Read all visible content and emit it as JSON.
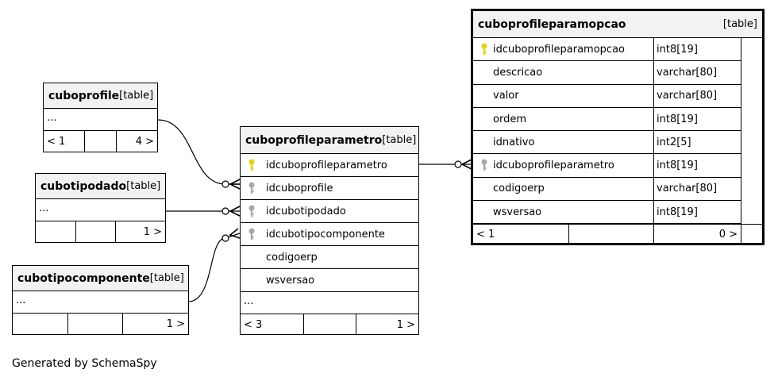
{
  "tables": {
    "cuboprofile": {
      "name": "cuboprofile",
      "kind": "[table]",
      "ellipsis": "...",
      "foot": {
        "left": "< 1",
        "right": "4 >"
      }
    },
    "cubotipodado": {
      "name": "cubotipodado",
      "kind": "[table]",
      "ellipsis": "...",
      "foot": {
        "right": "1 >"
      }
    },
    "cubotipocomponente": {
      "name": "cubotipocomponente",
      "kind": "[table]",
      "ellipsis": "...",
      "foot": {
        "right": "1 >"
      }
    },
    "cuboprofileparametro": {
      "name": "cuboprofileparametro",
      "kind": "[table]",
      "columns": [
        "idcuboprofileparametro",
        "idcuboprofile",
        "idcubotipodado",
        "idcubotipocomponente",
        "codigoerp",
        "wsversao"
      ],
      "ellipsis": "...",
      "foot": {
        "left": "< 3",
        "right": "1 >"
      }
    },
    "cuboprofileparamopcao": {
      "name": "cuboprofileparamopcao",
      "kind": "[table]",
      "columns": [
        {
          "name": "idcuboprofileparamopcao",
          "type": "int8[19]"
        },
        {
          "name": "descricao",
          "type": "varchar[80]"
        },
        {
          "name": "valor",
          "type": "varchar[80]"
        },
        {
          "name": "ordem",
          "type": "int8[19]"
        },
        {
          "name": "idnativo",
          "type": "int2[5]"
        },
        {
          "name": "idcuboprofileparametro",
          "type": "int8[19]"
        },
        {
          "name": "codigoerp",
          "type": "varchar[80]"
        },
        {
          "name": "wsversao",
          "type": "int8[19]"
        }
      ],
      "foot": {
        "left": "< 1",
        "right": "0 >"
      }
    }
  },
  "credit": "Generated by SchemaSpy",
  "colors": {
    "primary_key": "#e8d200",
    "foreign_key": "#a8a8a8",
    "header_bg": "#f2f2f2"
  }
}
